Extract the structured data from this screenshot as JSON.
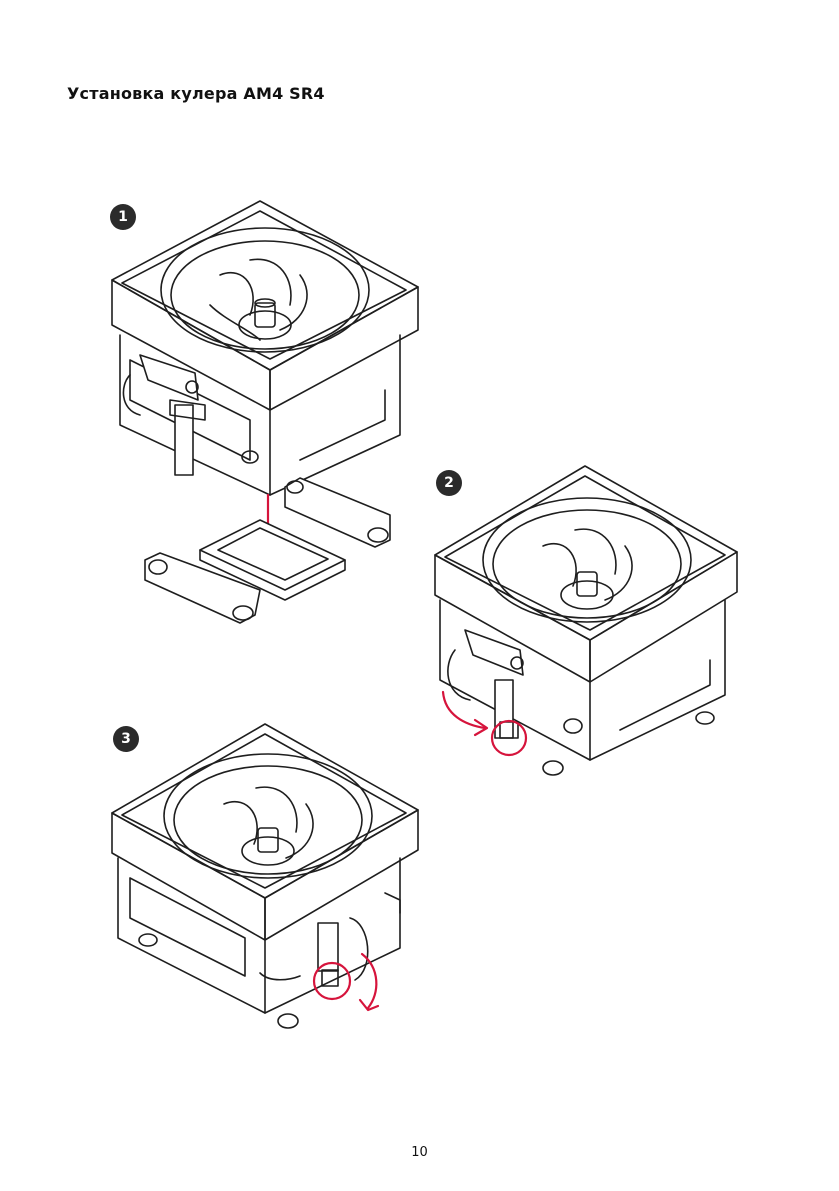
{
  "document": {
    "title": "Установка кулера AM4 SR4",
    "page_number": "10"
  },
  "steps": [
    {
      "number": "1",
      "icon": "cooler-above-cpu-socket-illustration"
    },
    {
      "number": "2",
      "icon": "cooler-clip-hook-illustration"
    },
    {
      "number": "3",
      "icon": "cooler-clip-lock-illustration"
    }
  ],
  "colors": {
    "line": "#1e1e1e",
    "accent": "#d6143c",
    "badge": "#2b2b2b"
  }
}
